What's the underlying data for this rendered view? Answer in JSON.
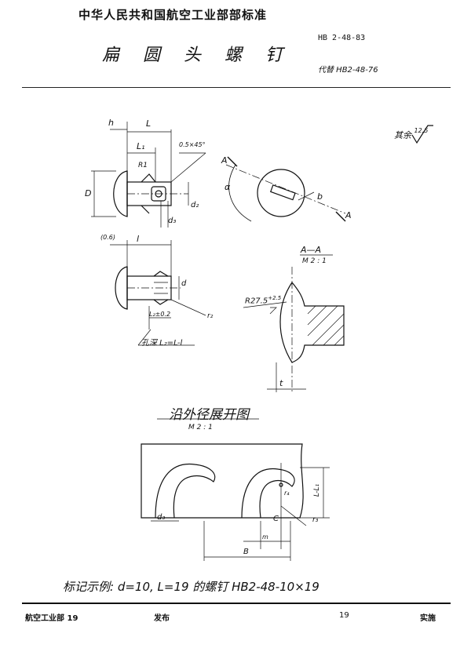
{
  "header": {
    "org_title": "中华人民共和国航空工业部部标准",
    "std_code": "HB 2-48-83",
    "part_name": "扁圆头螺钉",
    "replaces": "代替 HB2-48-76"
  },
  "roughness": {
    "label": "其余",
    "value": "12.5"
  },
  "drawing_main": {
    "dim_h": "h",
    "dim_L": "L",
    "dim_L1": "L₁",
    "dim_D": "D",
    "dim_R1": "R1",
    "chamfer": "0.5×45°",
    "dim_d2": "d₂",
    "dim_d3": "d₃",
    "sect_A1": "A",
    "sect_A2": "A",
    "angle": "α",
    "dim_b": "b"
  },
  "drawing_second": {
    "dim_06": "(0.6)",
    "dim_l": "l",
    "dim_d": "d",
    "dim_r2": "r₂",
    "dim_l2": "L₂±0.2",
    "hole_depth": "孔深 L₂=L-l"
  },
  "section_AA": {
    "title": "A—A",
    "scale": "M 2 : 1",
    "radius": "R27.5",
    "radius_tol": "+2.5",
    "dim_t": "t"
  },
  "development": {
    "title": "沿外径展开图",
    "scale": "M 2 : 1",
    "dim_d3": "d₃",
    "dim_r4": "r₄",
    "dim_r3": "r₃",
    "dim_L_L1": "L-L₁",
    "dim_c": "C",
    "dim_m": "m",
    "dim_B": "B"
  },
  "example": "标记示例: d=10, L=19 的螺钉 HB2-48-10×19",
  "footer": {
    "issuer": "航空工业部 19",
    "published": "发布",
    "year": "19",
    "effective": "实施"
  }
}
